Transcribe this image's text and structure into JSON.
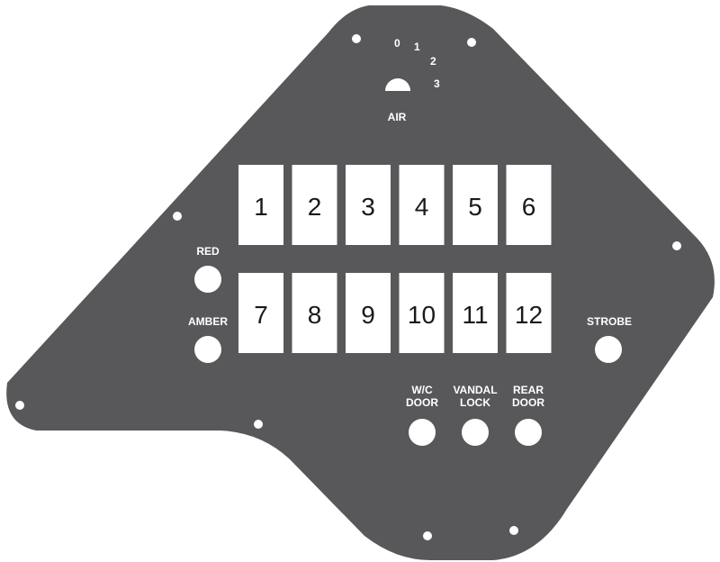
{
  "air_dial": {
    "label": "AIR",
    "positions": [
      "0",
      "1",
      "2",
      "3"
    ]
  },
  "switches": [
    {
      "label": "1"
    },
    {
      "label": "2"
    },
    {
      "label": "3"
    },
    {
      "label": "4"
    },
    {
      "label": "5"
    },
    {
      "label": "6"
    },
    {
      "label": "7"
    },
    {
      "label": "8"
    },
    {
      "label": "9"
    },
    {
      "label": "10"
    },
    {
      "label": "11"
    },
    {
      "label": "12"
    }
  ],
  "lights": {
    "red": "RED",
    "amber": "AMBER",
    "strobe": "STROBE"
  },
  "doors": [
    {
      "line1": "W/C",
      "line2": "DOOR"
    },
    {
      "line1": "VANDAL",
      "line2": "LOCK"
    },
    {
      "line1": "REAR",
      "line2": "DOOR"
    }
  ],
  "colors": {
    "panel": "#58585a",
    "cutout": "#ffffff",
    "switch_text": "#1a1a1a"
  }
}
